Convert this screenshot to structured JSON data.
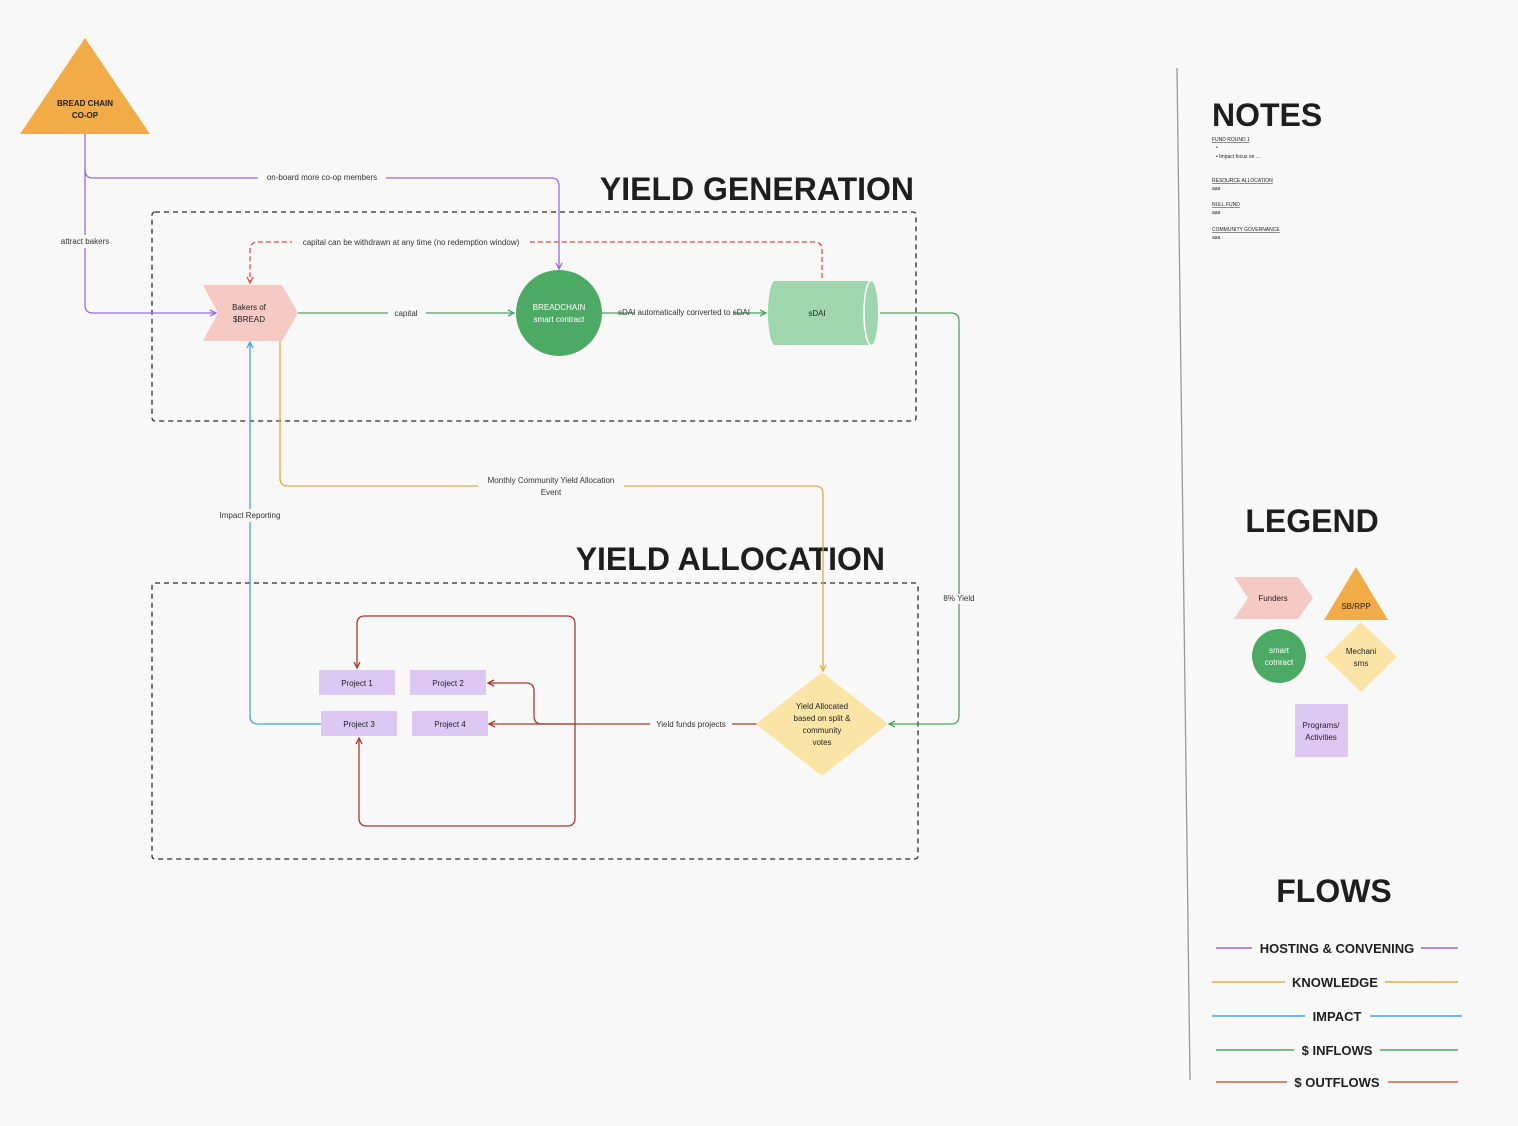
{
  "diagram": {
    "sections": {
      "yield_generation": "YIELD GENERATION",
      "yield_allocation": "YIELD ALLOCATION"
    },
    "nodes": {
      "coop": [
        "BREAD CHAIN",
        "CO-OP"
      ],
      "bakers": [
        "Bakers of",
        "$BREAD"
      ],
      "contract": [
        "BREADCHAIN",
        "smart contract"
      ],
      "sdai": "sDAI",
      "yield_allocated": [
        "Yield Allocated",
        "based on split &",
        "community",
        "votes"
      ],
      "projects": [
        "Project 1",
        "Project 2",
        "Project 3",
        "Project 4"
      ]
    },
    "edges": {
      "onboard": "on-board more co-op members",
      "attract": "attract bakers",
      "withdraw": "capital can be withdrawn at any time (no redemption window)",
      "capital": "capital",
      "converted": "sDAI automatically converted to sDAI",
      "monthly": [
        "Monthly Community Yield Allocation",
        "Event"
      ],
      "impact_reporting": "Impact Reporting",
      "yield_funds": "Yield funds projects",
      "eight_yield": "8% Yield"
    }
  },
  "notes": {
    "title": "NOTES",
    "items": [
      {
        "heading": "FUND ROUND 1",
        "lines": [
          "•",
          "•  Impact focus on ..."
        ]
      },
      {
        "heading": "RESOURCE ALLOCATION",
        "lines": [
          "aaa"
        ]
      },
      {
        "heading": "NULL FUND",
        "lines": [
          "aaa"
        ]
      },
      {
        "heading": "COMMUNITY GOVERNANCE",
        "lines": [
          "aaa"
        ]
      }
    ]
  },
  "legend": {
    "title": "LEGEND",
    "funders": "Funders",
    "sbrpp": "SB/RPP",
    "smart_contract": [
      "smart",
      "cotnract"
    ],
    "mechanisms": [
      "Mechani",
      "sms"
    ],
    "programs": [
      "Programs/",
      "Activities"
    ]
  },
  "flows": {
    "title": "FLOWS",
    "items": [
      {
        "label": "HOSTING & CONVENING",
        "color": "#9b6ae0"
      },
      {
        "label": "KNOWLEDGE",
        "color": "#e8a93d"
      },
      {
        "label": "IMPACT",
        "color": "#4aa3df"
      },
      {
        "label": "$ INFLOWS",
        "color": "#4fa35d"
      },
      {
        "label": "$ OUTFLOWS",
        "color": "#d9603b"
      }
    ]
  },
  "colors": {
    "purple": "#9b6ae0",
    "orange_line": "#e8a93d",
    "blue": "#4aa3df",
    "green_line": "#4fa35d",
    "red_dashed": "#e0503a",
    "dark_red": "#a8392d",
    "triangle": "#f2ac47",
    "chevron": "#f5c9c4",
    "circle": "#4caa64",
    "cylinder": "#9fd6ad",
    "diamond": "#fbe5a6",
    "project": "#ddc8f4"
  }
}
